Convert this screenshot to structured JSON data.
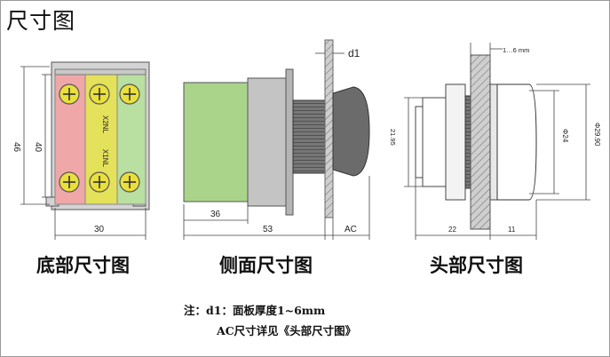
{
  "page": {
    "title": "尺寸图"
  },
  "views": {
    "bottom": {
      "caption": "底部尺寸图",
      "dims": {
        "height_outer": "46",
        "height_inner": "40",
        "width": "30"
      },
      "module_labels": [
        "X2NL",
        "X1NL"
      ],
      "colors": {
        "red_block": "#f0a7a7",
        "yellow_block": "#e4e15a",
        "green_block": "#b9dfa1",
        "base": "#d6d6d6"
      }
    },
    "side": {
      "caption": "侧面尺寸图",
      "dims": {
        "d1": "d1",
        "body_len": "36",
        "total_len": "53",
        "ac": "AC"
      },
      "colors": {
        "body": "#a9d48a",
        "metal": "#c4c4c4",
        "button": "#6b6b6b",
        "panel": "#c9c9c9"
      }
    },
    "head": {
      "caption": "头部尺寸图",
      "dims": {
        "panel": "1…6 mm",
        "height": "21.95",
        "inner_dia": "Φ24",
        "outer_dia": "Φ29.90",
        "depth": "22",
        "head": "11"
      }
    }
  },
  "notes": {
    "line1": "注：d1：面板厚度1~6mm",
    "line2": "AC尺寸详见《头部尺寸图》"
  }
}
